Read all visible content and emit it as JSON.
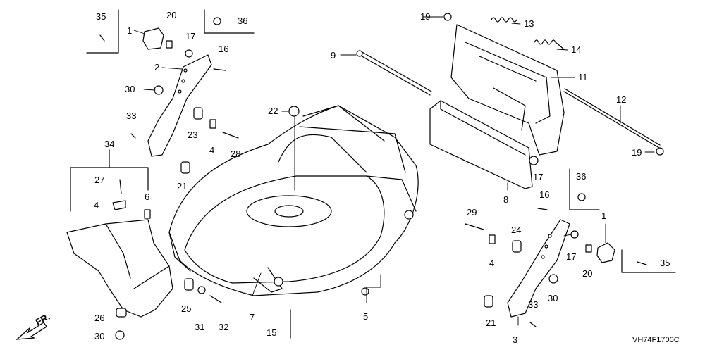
{
  "diagram": {
    "reference_code": "VH74F1700C",
    "direction_label": "FR.",
    "callouts": [
      "1",
      "2",
      "3",
      "4",
      "5",
      "6",
      "7",
      "8",
      "9",
      "11",
      "12",
      "13",
      "14",
      "15",
      "16",
      "17",
      "19",
      "20",
      "21",
      "22",
      "23",
      "24",
      "25",
      "26",
      "27",
      "28",
      "29",
      "30",
      "31",
      "32",
      "33",
      "34",
      "35",
      "36"
    ]
  }
}
